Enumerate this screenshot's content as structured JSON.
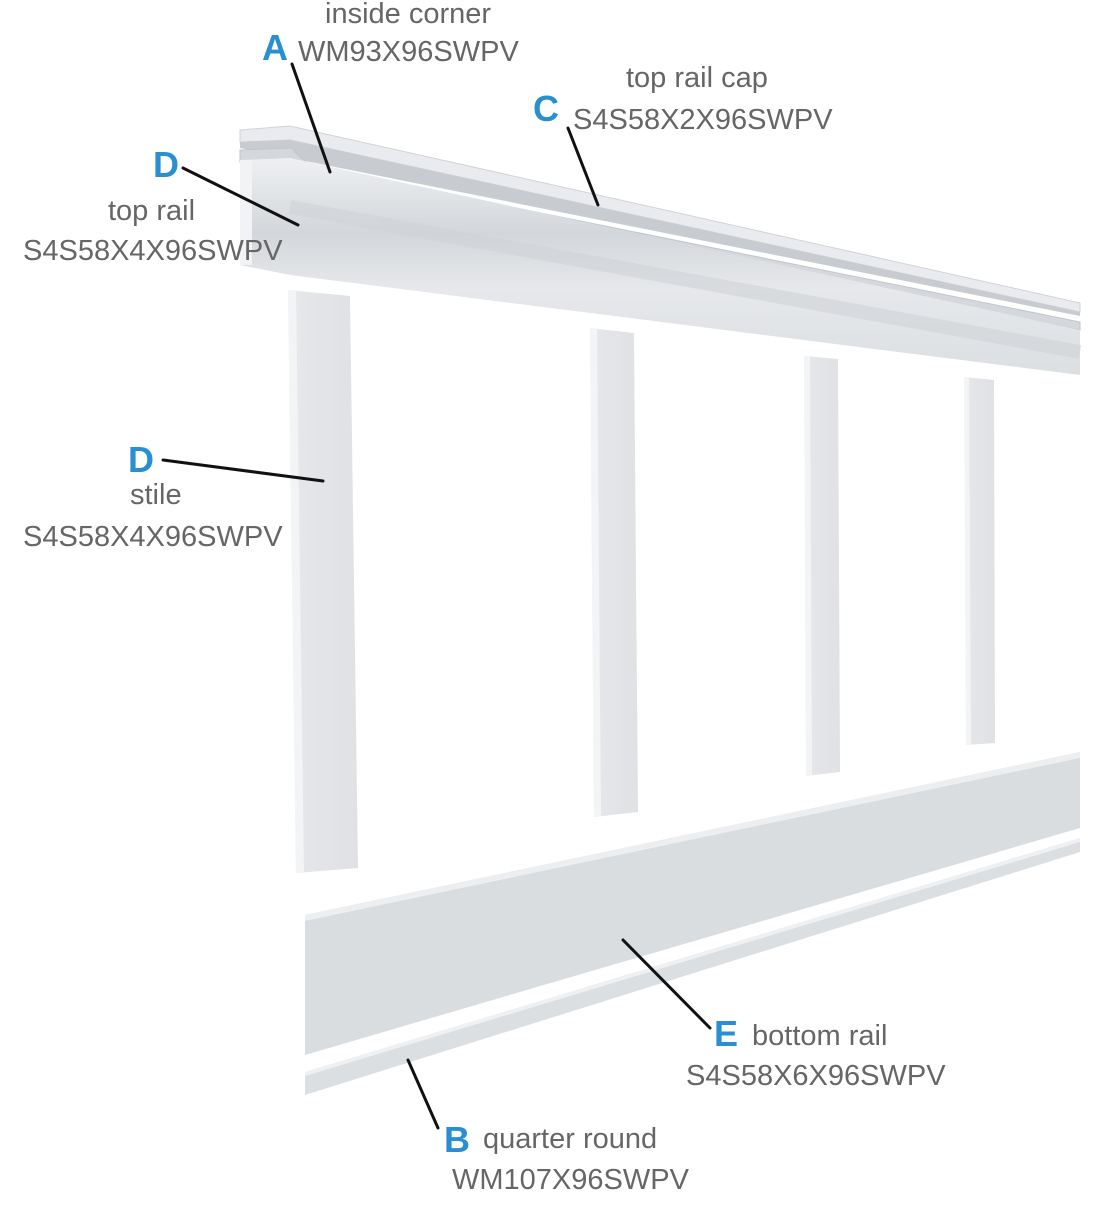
{
  "colors": {
    "text": "#666666",
    "letter": "#2a8fd1",
    "leader": "#111111",
    "trim_face": "#dfe1e4",
    "trim_edge": "#eef0f2",
    "trim_shadow": "#c9ccd0"
  },
  "parts": {
    "inside_corner": {
      "letter": "A",
      "name": "inside corner",
      "sku": "WM93X96SWPV"
    },
    "top_rail_cap": {
      "letter": "C",
      "name": "top rail cap",
      "sku": "S4S58X2X96SWPV"
    },
    "top_rail": {
      "letter": "D",
      "name": "top rail",
      "sku": "S4S58X4X96SWPV"
    },
    "stile": {
      "letter": "D",
      "name": "stile",
      "sku": "S4S58X4X96SWPV"
    },
    "bottom_rail": {
      "letter": "E",
      "name": "bottom rail",
      "sku": "S4S58X6X96SWPV"
    },
    "quarter_round": {
      "letter": "B",
      "name": "quarter round",
      "sku": "WM107X96SWPV"
    }
  }
}
